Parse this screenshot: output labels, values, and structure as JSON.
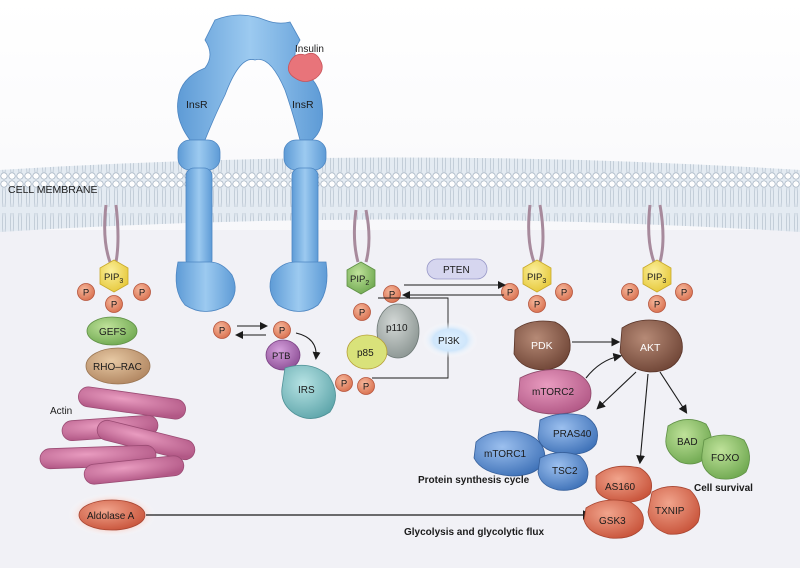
{
  "labels": {
    "insulin": "Insulin",
    "insr_left": "InsR",
    "insr_right": "InsR",
    "cell_membrane": "CELL MEMBRANE",
    "pip3": "PIP",
    "pip3_sub": "3",
    "pip2": "PIP",
    "pip2_sub": "2",
    "p": "P",
    "gefs": "GEFS",
    "rho_rac": "RHO–RAC",
    "actin": "Actin",
    "aldolase": "Aldolase A",
    "ptb": "PTB",
    "irs": "IRS",
    "p85": "p85",
    "p110": "p110",
    "pi3k": "PI3K",
    "pten": "PTEN",
    "pdk": "PDK",
    "akt": "AKT",
    "mtorc2": "mTORC2",
    "mtorc1": "mTORC1",
    "pras40": "PRAS40",
    "tsc2": "TSC2",
    "as160": "AS160",
    "gsk3": "GSK3",
    "txnip": "TXNIP",
    "bad": "BAD",
    "foxo": "FOXO",
    "protein_synthesis": "Protein synthesis cycle",
    "cell_survival": "Cell survival",
    "glycolysis": "Glycolysis and glycolytic flux"
  },
  "colors": {
    "receptor": "#7fb6e6",
    "insulin": "#e8747a",
    "phosphate": "#e9896a",
    "pip": "#f2dc5a",
    "pip2": "#9cc96b",
    "green_protein": "#86b96a",
    "tan_protein": "#c9a37a",
    "pink_protein": "#b35a7d",
    "brown_protein": "#8a5a48",
    "blue_protein": "#5b8fd0",
    "red_protein": "#d8664e",
    "teal_protein": "#7cc3c7",
    "purple_protein": "#a96cb0"
  }
}
